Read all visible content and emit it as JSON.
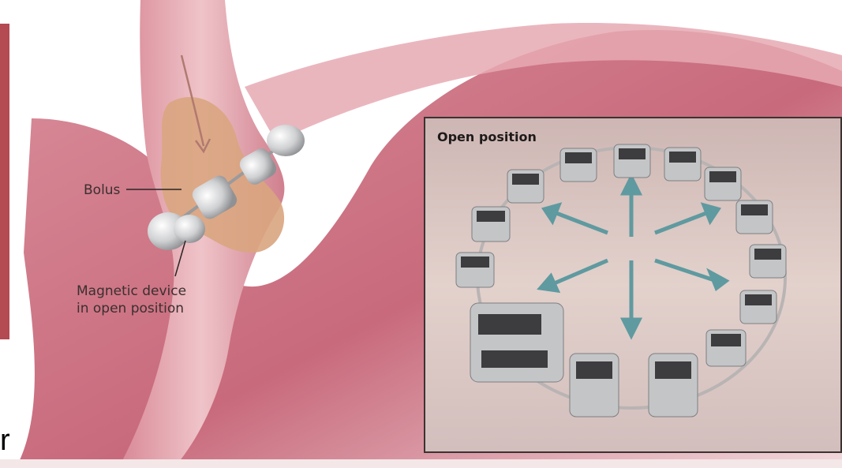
{
  "labels": {
    "bolus": "Bolus",
    "device_line1": "Magnetic device",
    "device_line2": "in open position"
  },
  "inset": {
    "title": "Open position"
  },
  "corner_text": "r",
  "colors": {
    "tissue": "#c96e80",
    "tissue_light": "#e8b8bf",
    "bolus": "#d9a57f",
    "inset_bg": "#d9c5c0",
    "bead": "#bfc0c2",
    "arrow": "#5f9aa0"
  }
}
